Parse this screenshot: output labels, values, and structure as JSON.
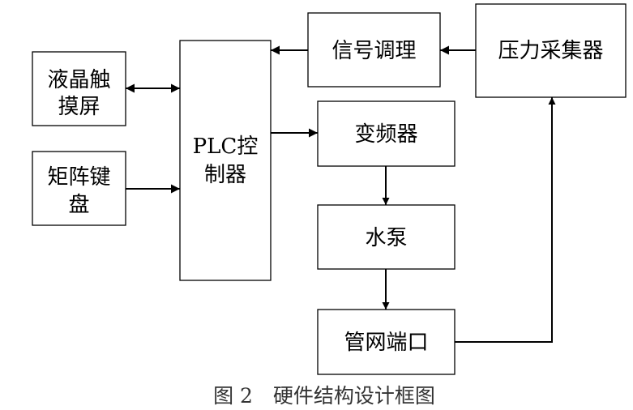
{
  "diagram": {
    "nodes": {
      "lcd": {
        "lines": [
          "液晶触",
          "摸屏"
        ]
      },
      "keypad": {
        "lines": [
          "矩阵键",
          "盘"
        ]
      },
      "plc": {
        "lines": [
          "PLC控",
          "制器"
        ]
      },
      "signal": {
        "label": "信号调理"
      },
      "pressure": {
        "label": "压力采集器"
      },
      "vfd": {
        "label": "变频器"
      },
      "pump": {
        "label": "水泵"
      },
      "port": {
        "label": "管网端口"
      }
    },
    "caption": "图 2　硬件结构设计框图"
  }
}
